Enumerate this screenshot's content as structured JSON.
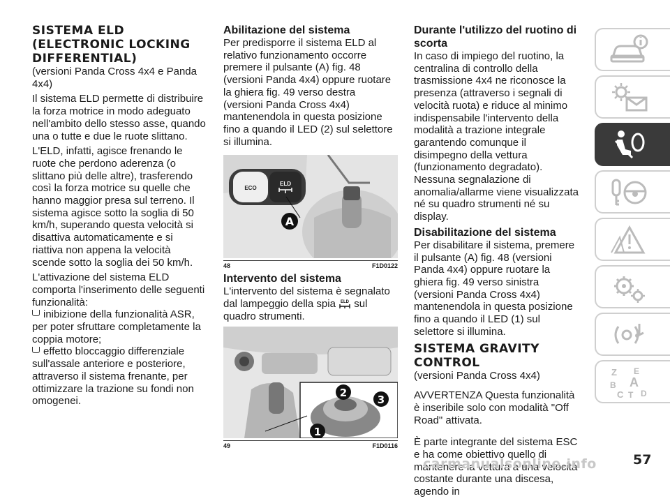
{
  "col1": {
    "title_lines": [
      "SISTEMA ELD",
      "(Electronic Locking",
      "Differential)"
    ],
    "paragraphs": [
      "(versioni Panda Cross 4x4 e Panda 4x4)",
      "Il sistema ELD permette di distribuire la forza motrice in modo adeguato nell'ambito dello stesso asse, quando una o tutte e due le ruote slittano.",
      "L'ELD, infatti, agisce frenando le ruote che perdono aderenza (o slittano più delle altre), trasferendo così la forza motrice su quelle che hanno maggior presa sul terreno. Il sistema agisce sotto la soglia di 50 km/h, superando questa velocità si disattiva automaticamente e si riattiva non appena la velocità scende sotto la soglia dei 50 km/h.",
      "L'attivazione del sistema ELD comporta l'inserimento delle seguenti funzionalità:"
    ],
    "bullets": [
      "inibizione della funzionalità ASR, per poter sfruttare completamente la coppia motore;",
      "effetto bloccaggio differenziale sull'assale anteriore e posteriore, attraverso il sistema frenante, per ottimizzare la trazione su fondi non omogenei."
    ]
  },
  "col2": {
    "heading1": "Abilitazione del sistema",
    "para1": "Per predisporre il sistema ELD al relativo funzionamento occorre premere il pulsante (A) fig. 48 (versioni Panda 4x4) oppure ruotare la ghiera fig. 49 verso destra (versioni Panda Cross 4x4) mantenendola in questa posizione fino a quando il LED (2) sul selettore si illumina.",
    "fig48": {
      "num": "48",
      "code": "F1D0122",
      "btn_eco": "ECO",
      "btn_eld": "ELD",
      "callout": "A"
    },
    "heading2": "Intervento del sistema",
    "para2_a": "L'intervento del sistema è segnalato dal lampeggio della spia ",
    "para2_icon": "ELD",
    "para2_b": " sul quadro strumenti.",
    "fig49": {
      "num": "49",
      "code": "F1D0116",
      "c1": "1",
      "c2": "2",
      "c3": "3"
    }
  },
  "col3": {
    "heading1": "Durante l'utilizzo del ruotino di scorta",
    "para1": "In caso di impiego del ruotino, la centralina di controllo della trasmissione 4x4 ne riconosce la presenza (attraverso i segnali di velocità ruota) e riduce al minimo indispensabile l'intervento della modalità a trazione integrale garantendo comunque il disimpegno della vettura (funzionamento degradato). Nessuna segnalazione di anomalia/allarme viene visualizzata né su quadro strumenti né su display.",
    "heading2": "Disabilitazione del sistema",
    "para2": "Per disabilitare il sistema, premere il pulsante (A) fig. 48 (versioni Panda 4x4) oppure ruotare la ghiera fig. 49 verso sinistra (versioni Panda Cross 4x4) mantenendola in questa posizione fino a quando il LED (1) sul selettore si illumina.",
    "title2_lines": [
      "SISTEMA GRAVITY",
      "CONTROL"
    ],
    "para3": "(versioni Panda Cross 4x4)",
    "para4": "AVVERTENZA Questa funzionalità è inseribile solo con modalità \"Off Road\" attivata.",
    "para5": "È parte integrante del sistema ESC e ha come obiettivo quello di mantenere la vettura a una velocità costante durante una discesa, agendo in"
  },
  "page_number": "57",
  "watermark": "carmanualsonline.info",
  "sidebar": {
    "icons": [
      "car-info-icon",
      "warning-lights-icon",
      "safety-airbag-icon",
      "key-steering-icon",
      "roadside-warning-icon",
      "maintenance-gears-icon",
      "multimedia-icon",
      "index-letters-icon"
    ],
    "active_index": 2,
    "index_letters": [
      "Z",
      "E",
      "B",
      "A",
      "C",
      "T",
      "D"
    ]
  }
}
